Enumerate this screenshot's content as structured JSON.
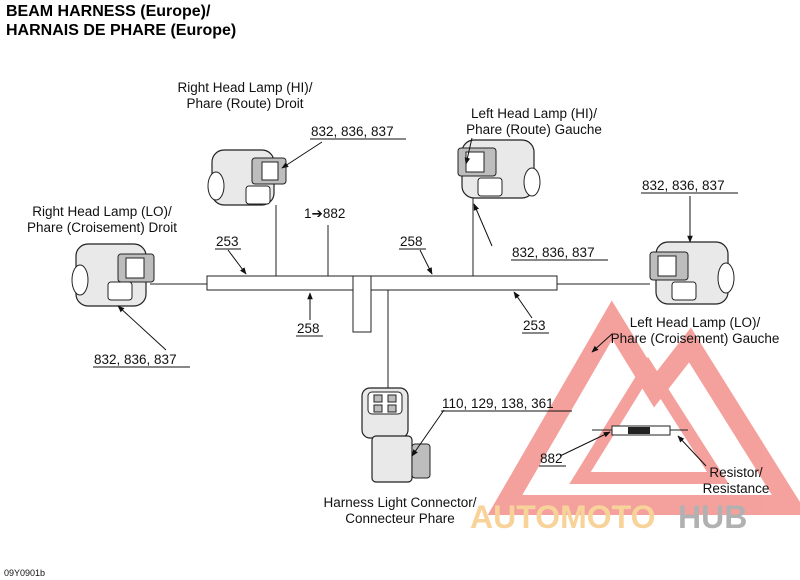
{
  "title": {
    "line1": "BEAM HARNESS (Europe)/",
    "line2": "HARNAIS DE PHARE (Europe)"
  },
  "labels": {
    "right_hi_l1": "Right Head Lamp (HI)/",
    "right_hi_l2": "Phare (Route) Droit",
    "right_lo_l1": "Right Head Lamp (LO)/",
    "right_lo_l2": "Phare (Croisement) Droit",
    "left_hi_l1": "Left Head Lamp (HI)/",
    "left_hi_l2": "Phare (Route) Gauche",
    "left_lo_l1": "Left Head Lamp (LO)/",
    "left_lo_l2": "Phare (Croisement) Gauche",
    "harness_l1": "Harness Light Connector/",
    "harness_l2": "Connecteur Phare",
    "resistor_l1": "Resistor/",
    "resistor_l2": "Resistance"
  },
  "refs": {
    "right_hi_parts": "832, 836, 837",
    "left_hi_parts": "832, 836, 837",
    "left_lo_parts": "832, 836, 837",
    "right_lo_parts": "832, 836, 837",
    "harness_parts": "110, 129, 138, 361",
    "ref_882": "882",
    "ref_1_882": "1➔882",
    "ref_253_left": "253",
    "ref_253_right": "253",
    "ref_258_top": "258",
    "ref_258_bottom": "258"
  },
  "footer": {
    "code": "09Y0901b"
  },
  "watermark": {
    "text_a": "AUTOMOTO",
    "text_b": "HUB",
    "color_red": "#e8302a",
    "color_orange": "#f0a020",
    "color_gray": "#444444"
  }
}
